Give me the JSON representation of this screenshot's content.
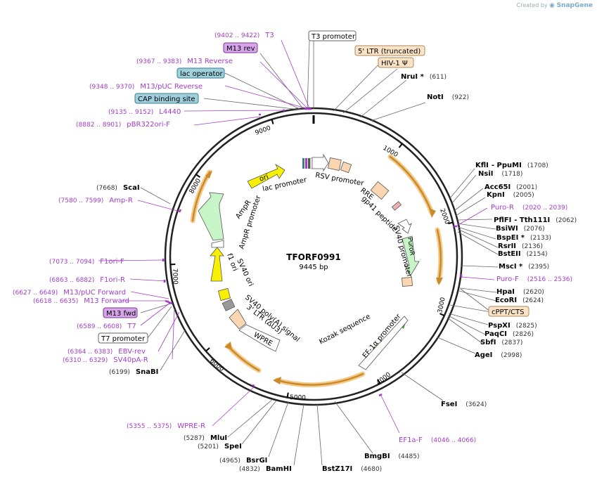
{
  "credit": {
    "prefix": "Created by",
    "product": "SnapGene"
  },
  "plasmid": {
    "name": "TFORF0991",
    "length": "9445 bp"
  },
  "ticks": [
    "1000",
    "2000",
    "3000",
    "4000",
    "5000",
    "6000",
    "7000",
    "8000",
    "9000"
  ],
  "boxed_labels": [
    {
      "id": "t3-promoter",
      "text": "T3 promoter",
      "fill": "#ffffff",
      "stroke": "#666666"
    },
    {
      "id": "ltr-truncated",
      "text": "5' LTR (truncated)",
      "fill": "#fbe3c8",
      "stroke": "#b08a5a"
    },
    {
      "id": "hiv1-psi",
      "text": "HIV-1 Ψ",
      "fill": "#fbe3c8",
      "stroke": "#b08a5a"
    },
    {
      "id": "m13-rev",
      "text": "M13 rev",
      "fill": "#d7a6ea",
      "stroke": "#7a3b8f"
    },
    {
      "id": "lac-operator",
      "text": "lac operator",
      "fill": "#9fd0de",
      "stroke": "#3c7d8f"
    },
    {
      "id": "cap-binding-site",
      "text": "CAP binding site",
      "fill": "#9fd0de",
      "stroke": "#3c7d8f"
    },
    {
      "id": "cppt-cts",
      "text": "cPPT/CTS",
      "fill": "#fbe3c8",
      "stroke": "#b08a5a"
    },
    {
      "id": "m13-fwd",
      "text": "M13 fwd",
      "fill": "#d7a6ea",
      "stroke": "#7a3b8f"
    },
    {
      "id": "t7-promoter",
      "text": "T7 promoter",
      "fill": "#ffffff",
      "stroke": "#666666"
    }
  ],
  "sites": [
    {
      "id": "nrui",
      "name": "NruI *",
      "pos": "(611)"
    },
    {
      "id": "noti",
      "name": "NotI",
      "pos": "(922)"
    },
    {
      "id": "kfli",
      "name": "KflI",
      "pos": ""
    },
    {
      "id": "ppumi",
      "name": "- PpuMI",
      "pos": "(1708)"
    },
    {
      "id": "nsii",
      "name": "NsiI",
      "pos": "(1718)"
    },
    {
      "id": "acc65i",
      "name": "Acc65I",
      "pos": "(2001)"
    },
    {
      "id": "kpni",
      "name": "KpnI",
      "pos": "(2005)"
    },
    {
      "id": "pflfi",
      "name": "PflFI",
      "pos": ""
    },
    {
      "id": "tth111i",
      "name": "- Tth111I",
      "pos": "(2062)"
    },
    {
      "id": "bsiwi",
      "name": "BsiWI",
      "pos": "(2076)"
    },
    {
      "id": "bspei",
      "name": "BspEI *",
      "pos": "(2133)"
    },
    {
      "id": "rsrii",
      "name": "RsrII",
      "pos": "(2136)"
    },
    {
      "id": "bsteii",
      "name": "BstEII",
      "pos": "(2154)"
    },
    {
      "id": "msci",
      "name": "MscI *",
      "pos": "(2395)"
    },
    {
      "id": "hpai",
      "name": "HpaI",
      "pos": "(2620)"
    },
    {
      "id": "ecori",
      "name": "EcoRI",
      "pos": "(2624)"
    },
    {
      "id": "pspxi",
      "name": "PspXI",
      "pos": "(2825)"
    },
    {
      "id": "paqci",
      "name": "PaqCI",
      "pos": "(2826)"
    },
    {
      "id": "sbfi",
      "name": "SbfI",
      "pos": "(2837)"
    },
    {
      "id": "agei",
      "name": "AgeI",
      "pos": "(2998)"
    },
    {
      "id": "fsei",
      "name": "FseI",
      "pos": "(3624)"
    },
    {
      "id": "bmgbi",
      "name": "BmgBI",
      "pos": "(4485)"
    },
    {
      "id": "bstz17i",
      "name": "BstZ17I",
      "pos": "(4680)"
    },
    {
      "id": "bamhi",
      "name": "BamHI",
      "pos": "(4832)"
    },
    {
      "id": "bsrgi",
      "name": "BsrGI",
      "pos": "(4965)"
    },
    {
      "id": "spei",
      "name": "SpeI",
      "pos": "(5201)"
    },
    {
      "id": "mlui",
      "name": "MluI",
      "pos": "(5287)"
    },
    {
      "id": "snabi",
      "name": "SnaBI",
      "pos": "(6199)"
    },
    {
      "id": "scai",
      "name": "ScaI",
      "pos": "(7668)"
    }
  ],
  "primers": [
    {
      "id": "t3",
      "range": "(9402 .. 9422)",
      "name": "T3"
    },
    {
      "id": "m13-reverse",
      "range": "(9367 .. 9383)",
      "name": "M13 Reverse"
    },
    {
      "id": "m13-puc-reverse",
      "range": "(9348 .. 9370)",
      "name": "M13/pUC Reverse"
    },
    {
      "id": "l4440",
      "range": "(9135 .. 9152)",
      "name": "L4440"
    },
    {
      "id": "pbr322ori-f",
      "range": "(8882 .. 8901)",
      "name": "pBR322ori-F"
    },
    {
      "id": "puro-r",
      "range": "(2020 .. 2039)",
      "name": "Puro-R"
    },
    {
      "id": "puro-f",
      "range": "(2516 .. 2536)",
      "name": "Puro-F"
    },
    {
      "id": "ef1a-f",
      "range": "(4046 .. 4066)",
      "name": "EF1a-F"
    },
    {
      "id": "wpre-r",
      "range": "(5355 .. 5375)",
      "name": "WPRE-R"
    },
    {
      "id": "sv40pa-r",
      "range": "(6310 .. 6329)",
      "name": "SV40pA-R"
    },
    {
      "id": "ebv-rev",
      "range": "(6364 .. 6383)",
      "name": "EBV-rev"
    },
    {
      "id": "t7",
      "range": "(6589 .. 6608)",
      "name": "T7"
    },
    {
      "id": "m13-forward",
      "range": "(6618 .. 6635)",
      "name": "M13 Forward"
    },
    {
      "id": "m13-puc-forward",
      "range": "(6627 .. 6649)",
      "name": "M13/pUC Forward"
    },
    {
      "id": "f1ori-r",
      "range": "(6863 .. 6882)",
      "name": "F1ori-R"
    },
    {
      "id": "f1ori-f",
      "range": "(7073 .. 7094)",
      "name": "F1ori-F"
    },
    {
      "id": "amp-r",
      "range": "(7580 .. 7599)",
      "name": "Amp-R"
    }
  ],
  "inner_labels": {
    "lac_promoter": "lac promoter",
    "rsv_promoter": "RSV promoter",
    "rre": "RRE",
    "gp41_peptide": "gp41 peptide",
    "sv40_promoter": "SV40 promoter",
    "puror": "PuroR",
    "ef1a_promoter": "EF-1α promoter",
    "kozak": "Kozak sequence",
    "wpre": "WPRE",
    "ltr_3": "3' LTR (ΔU3)",
    "sv40_polya": "SV40 poly(A) signal",
    "sv40_ori": "SV40 ori",
    "f1_ori": "f1 ori",
    "ampr_promoter": "AmpR promoter",
    "ampr": "AmpR",
    "ori": "ori"
  },
  "colors": {
    "primer": "#a23cc7",
    "orf_orange": "#f5a623",
    "ori_yellow": "#f7f000",
    "ampr_green": "#c8f5c8",
    "puror_green": "#c8f5c8",
    "promoter_white": "#ffffff",
    "ltr_peach": "#fbd6b1"
  }
}
